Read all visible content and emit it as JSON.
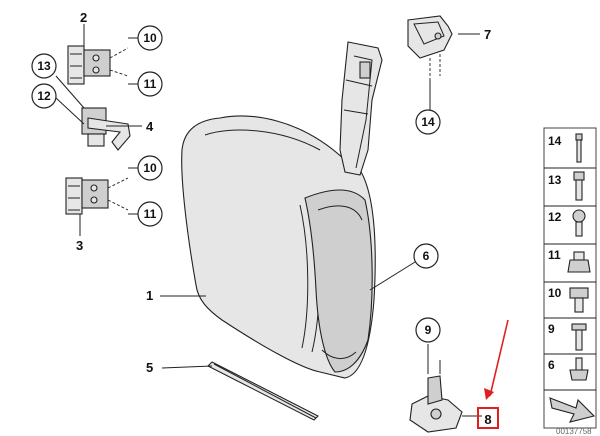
{
  "diagram": {
    "callouts": {
      "door": "1",
      "hinge_upper": "2",
      "hinge_lower": "3",
      "check_strap": "4",
      "seal_strip": "5",
      "seal_bracket_6": "6",
      "hinge_pillar_7": "7",
      "item_8": "8",
      "item_9": "9",
      "circ_10_top": "10",
      "circ_10_mid": "10",
      "circ_11_top": "11",
      "circ_11_mid": "11",
      "circ_12": "12",
      "circ_13": "13",
      "circ_14": "14"
    },
    "legend": [
      "14",
      "13",
      "12",
      "11",
      "10",
      "9",
      "6"
    ],
    "highlight_color": "#e02020",
    "footer_code": "00137758"
  }
}
